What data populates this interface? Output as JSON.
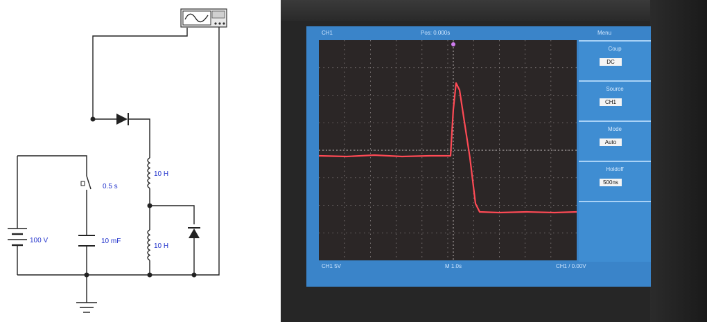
{
  "schematic": {
    "labels": {
      "inductor_top": "10 H",
      "switch_time": "0.5 s",
      "battery": "100 V",
      "capacitor": "10 mF",
      "inductor_bottom": "10 H"
    }
  },
  "oscilloscope": {
    "header": {
      "left": "CH1",
      "mid": "Pos: 0.000s",
      "right": "Menu"
    },
    "menu": [
      {
        "title": "Coup",
        "value": "DC"
      },
      {
        "title": "Source",
        "value": "CH1"
      },
      {
        "title": "Mode",
        "value": "Auto"
      },
      {
        "title": "Holdoff",
        "value": "500ns"
      }
    ],
    "footer": {
      "ch1": "CH1 5V",
      "time": "M 1.0s",
      "trig": "CH1 / 0.00V"
    },
    "trace_color": "#ff4a55"
  }
}
